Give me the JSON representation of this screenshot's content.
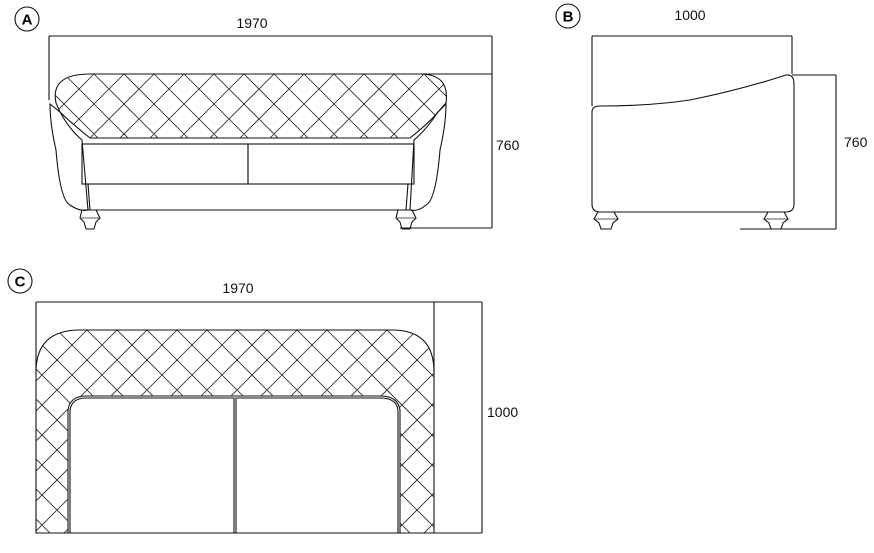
{
  "views": {
    "a": {
      "badge": "A",
      "width_label": "1970",
      "height_label": "760"
    },
    "b": {
      "badge": "B",
      "depth_label": "1000",
      "height_label": "760"
    },
    "c": {
      "badge": "C",
      "width_label": "1970",
      "depth_label": "1000"
    }
  },
  "colors": {
    "line": "#111111",
    "background": "#ffffff"
  }
}
